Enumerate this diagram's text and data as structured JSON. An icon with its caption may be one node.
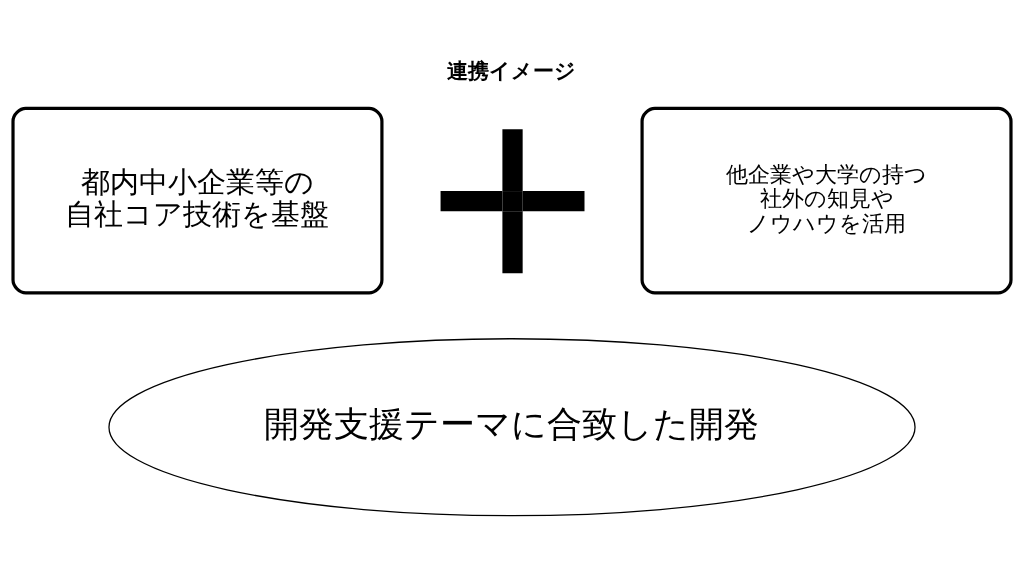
{
  "diagram": {
    "title": "連携イメージ",
    "nodes": [
      {
        "text": [
          "都内中小企業等の自社コア技術を基盤"
        ]
      },
      {
        "text": [],
        "shape": "plus"
      },
      {
        "text": [
          "他企業や大学の持つ社外の知見やノウハウを活用"
        ]
      },
      {
        "text": [
          "開発支援テーマに合致した開発"
        ]
      }
    ]
  }
}
